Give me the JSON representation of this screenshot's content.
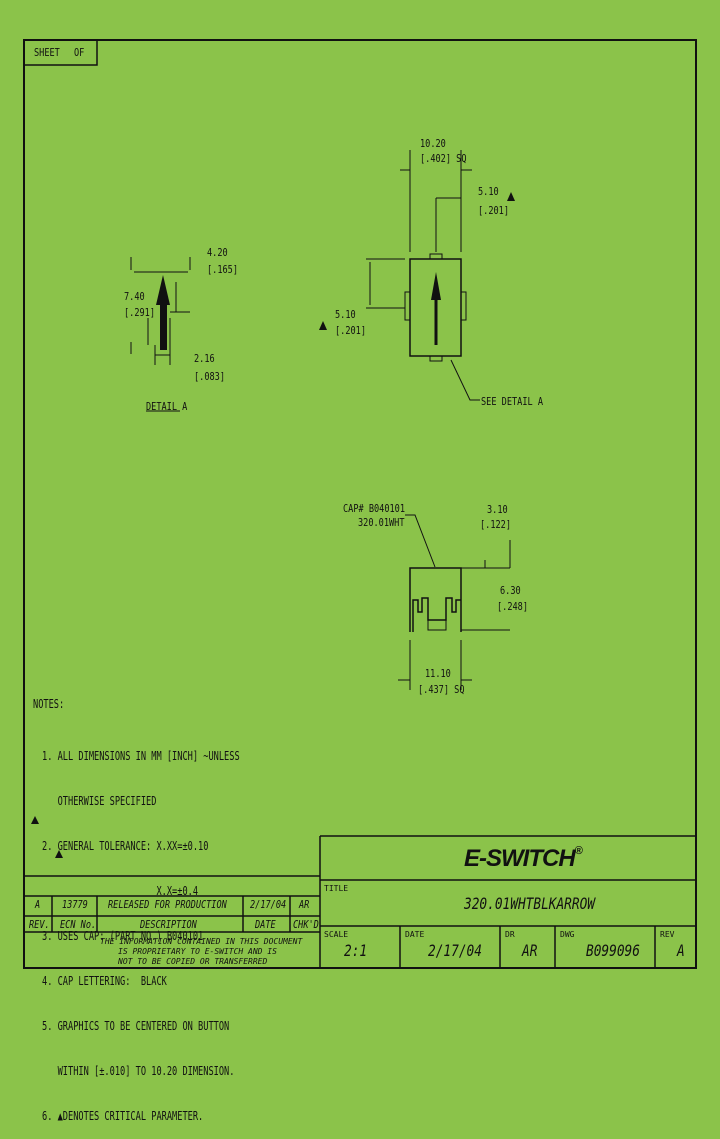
{
  "sheet": {
    "label": "SHEET",
    "of": "OF"
  },
  "dims": {
    "top_width": "10.20",
    "top_width_in": "[.402] SQ",
    "right_offset": "5.10",
    "right_offset_in": "[.201]",
    "left_offset": "5.10",
    "left_offset_in": "[.201]",
    "see_detail": "SEE DETAIL A"
  },
  "detail": {
    "width": "4.20",
    "width_in": "[.165]",
    "height": "7.40",
    "height_in": "[.291]",
    "stem": "2.16",
    "stem_in": "[.083]",
    "title": "DETAIL A"
  },
  "side": {
    "cap_label_1": "CAP# B040101",
    "cap_label_2": "320.01WHT",
    "top_dim": "3.10",
    "top_dim_in": "[.122]",
    "height": "6.30",
    "height_in": "[.248]",
    "width": "11.10",
    "width_in": "[.437] SQ"
  },
  "notes": {
    "heading": "NOTES:",
    "lines": [
      "1. ALL DIMENSIONS IN MM [INCH] ~UNLESS",
      "   OTHERWISE SPECIFIED",
      "2. GENERAL TOLERANCE: X.XX=±0.10",
      "                      X.X=±0.4",
      "3. USES CAP: (PART NO.) B040101",
      "4. CAP LETTERING:  BLACK",
      "5. GRAPHICS TO BE CENTERED ON BUTTON",
      "   WITHIN [±.010] TO 10.20 DIMENSION.",
      "6. ▲DENOTES CRITICAL PARAMETER."
    ]
  },
  "revision_table": {
    "row": {
      "rev": "A",
      "ecn": "13779",
      "description": "RELEASED FOR PRODUCTION",
      "date": "2/17/04",
      "chkd": "AR"
    },
    "headers": {
      "rev": "REV.",
      "ecn": "ECN No.",
      "description": "DESCRIPTION",
      "date": "DATE",
      "chkd": "CHK'D"
    },
    "disclaimer_1": "THE INFORMATION CONTAINED IN THIS DOCUMENT",
    "disclaimer_2": "IS PROPRIETARY TO E-SWITCH AND IS",
    "disclaimer_3": "NOT TO BE COPIED OR TRANSFERRED"
  },
  "title_block": {
    "logo": "E-SWITCH",
    "logo_mark": "®",
    "title_label": "TITLE",
    "title": "320.01WHTBLKARROW",
    "scale_label": "SCALE",
    "scale": "2:1",
    "date_label": "DATE",
    "date": "2/17/04",
    "dr_label": "DR",
    "dr": "AR",
    "dwg_label": "DWG",
    "dwg": "B099096",
    "rev_label": "REV",
    "rev": "A"
  },
  "colors": {
    "background": "#8bc34a",
    "line": "#111111"
  }
}
